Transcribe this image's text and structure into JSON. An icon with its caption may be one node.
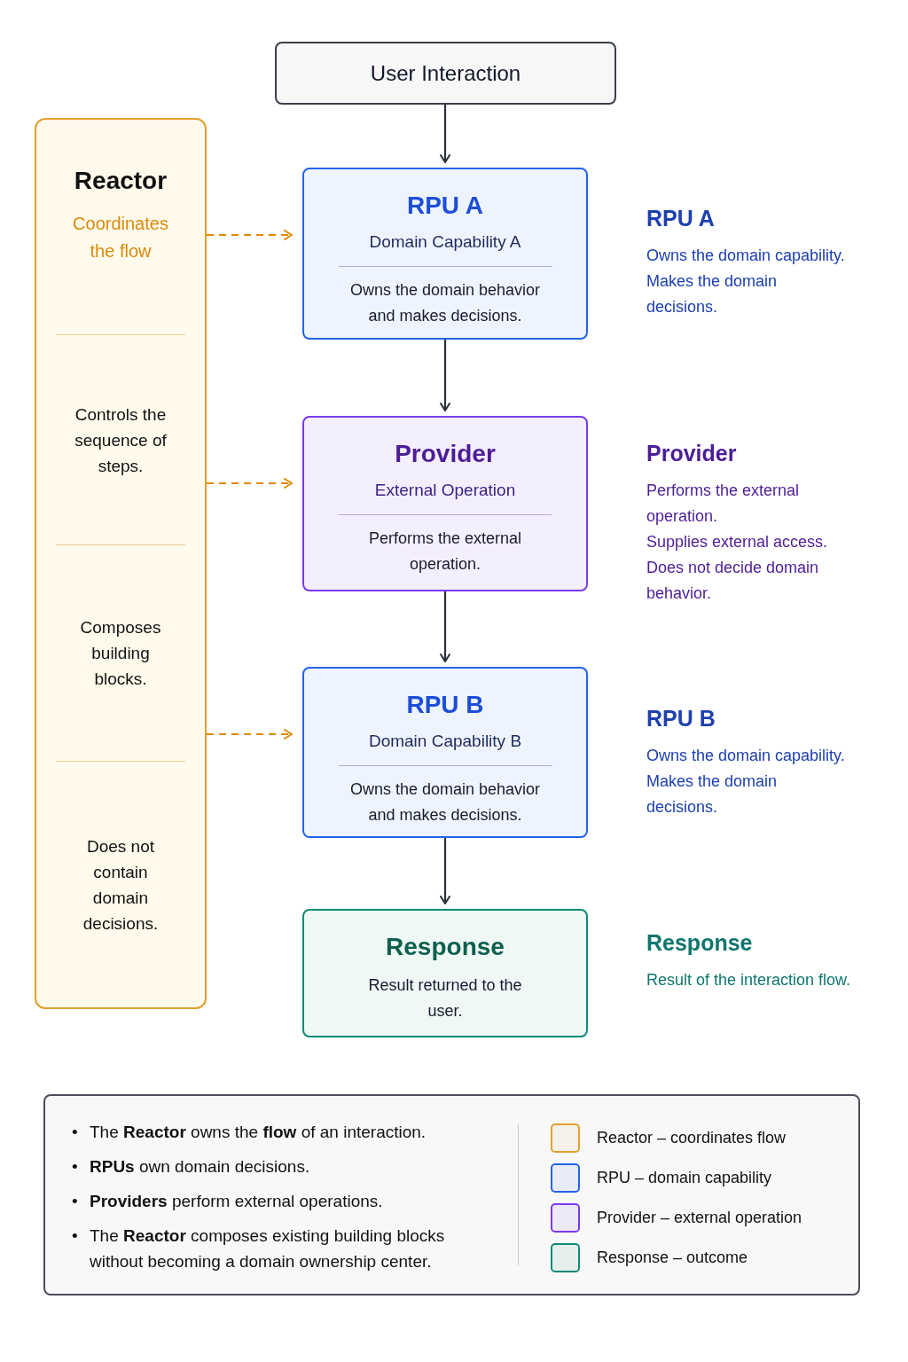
{
  "diagram": {
    "nodes": [
      {
        "text": [
          "User Interaction"
        ]
      },
      {
        "text": [
          "Reactor",
          "Coordinates the flow",
          "Controls the sequence of steps.",
          "Composes building blocks.",
          "Does not contain domain decisions."
        ]
      },
      {
        "text": [
          "RPU A",
          "Domain Capability A",
          "Owns the domain behavior and makes decisions."
        ],
        "beside": [
          "RPU A",
          "Owns the domain capability.",
          "Makes the domain decisions."
        ]
      },
      {
        "text": [
          "Provider",
          "External Operation",
          "Performs the external operation."
        ],
        "beside": [
          "Provider",
          "Performs the external operation.",
          "Supplies external access.",
          "Does not decide domain behavior."
        ]
      },
      {
        "text": [
          "RPU B",
          "Domain Capability B",
          "Owns the domain behavior and makes decisions."
        ],
        "beside": [
          "RPU B",
          "Owns the domain capability.",
          "Makes the domain decisions."
        ]
      },
      {
        "text": [
          "Response",
          "Result returned to the user."
        ],
        "beside": [
          "Response",
          "Result of the interaction flow."
        ]
      }
    ],
    "edges": [
      {
        "from": 0,
        "to": 2,
        "arrow": "to"
      },
      {
        "from": 2,
        "to": 3,
        "arrow": "to"
      },
      {
        "from": 3,
        "to": 4,
        "arrow": "to"
      },
      {
        "from": 4,
        "to": 5,
        "arrow": "to"
      },
      {
        "from": 1,
        "to": 2,
        "arrow": "to",
        "style": "dashed",
        "color": "#e08a00"
      },
      {
        "from": 1,
        "to": 3,
        "arrow": "to",
        "style": "dashed",
        "color": "#e08a00"
      },
      {
        "from": 1,
        "to": 4,
        "arrow": "to",
        "style": "dashed",
        "color": "#e08a00"
      }
    ],
    "labels": [
      "•",
      "The **Reactor** owns the **flow** of an interaction.",
      "•",
      "**RPUs** own domain decisions.",
      "•",
      "**Providers** perform external operations.",
      "•",
      "The **Reactor** composes existing building blocks without becoming a domain ownership center."
    ],
    "legend": [
      {
        "text": "Reactor – coordinates flow",
        "color": "#e0a030"
      },
      {
        "text": "RPU – domain capability",
        "color": "#2563eb"
      },
      {
        "text": "Provider – external operation",
        "color": "#7c3aed"
      },
      {
        "text": "Response – outcome",
        "color": "#0f8a78"
      }
    ]
  }
}
